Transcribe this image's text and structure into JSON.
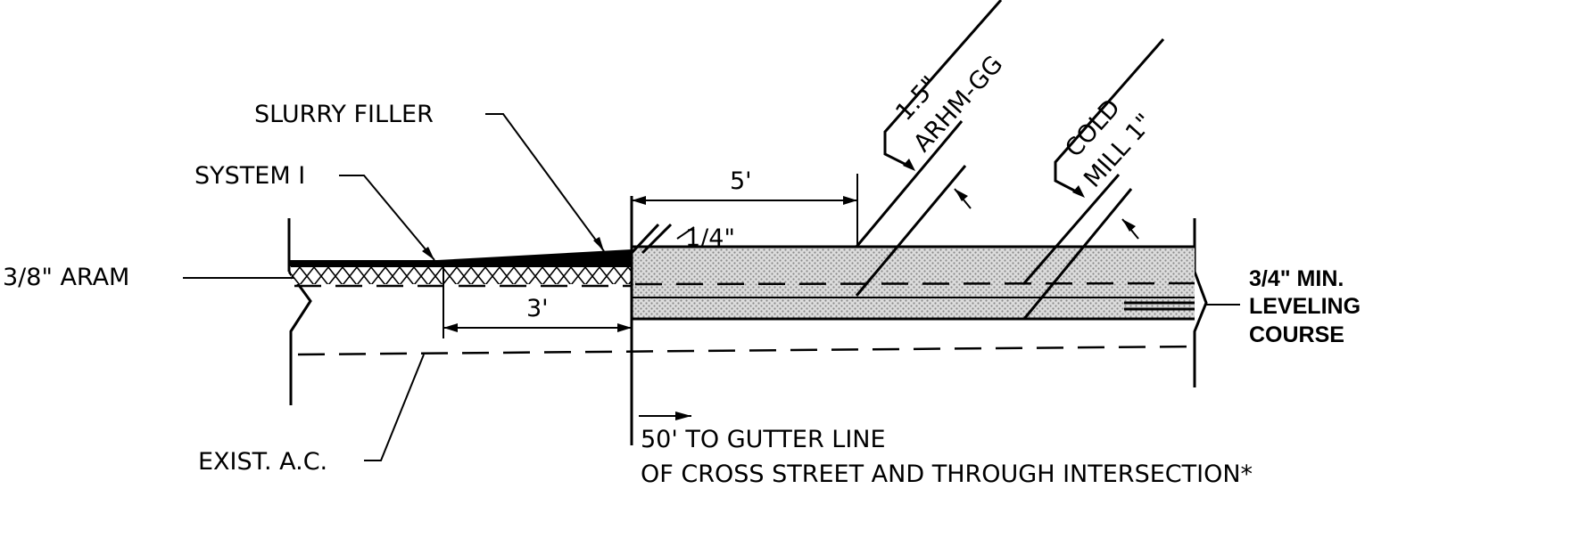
{
  "labels": {
    "slurry_filler": "SLURRY FILLER",
    "system_1": "SYSTEM I",
    "aram": "3/8\" ARAM",
    "exist_ac": "EXIST. A.C.",
    "dim_5ft": "5'",
    "dim_quarter": "1/4\"",
    "dim_3ft": "3'",
    "overlay_thickness": "1.5\"",
    "overlay_material": "ARHM-GG",
    "cold": "COLD",
    "mill": "MILL 1\"",
    "leveling_line1": "3/4\" MIN.",
    "leveling_line2": "LEVELING",
    "leveling_line3": "COURSE",
    "gutter_line1": "50' TO GUTTER LINE",
    "gutter_line2": "OF CROSS STREET AND THROUGH INTERSECTION*"
  },
  "colors": {
    "ink": "#000000",
    "overlay_fill": "#cfcfcf",
    "background": "#ffffff"
  }
}
